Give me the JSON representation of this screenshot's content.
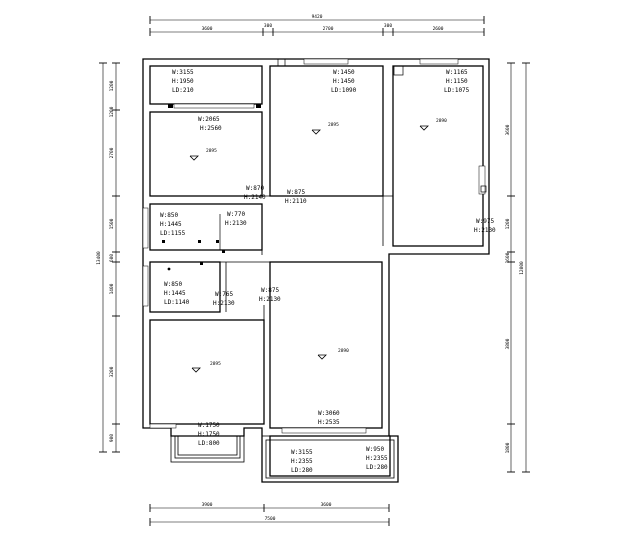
{
  "top_dims": {
    "overall": "9420",
    "segments": [
      "3600",
      "300",
      "2700",
      "300",
      "2600"
    ]
  },
  "bottom_dims": {
    "overall": "7500",
    "segments": [
      "3900",
      "3600"
    ]
  },
  "left_dims": {
    "overall": "13400",
    "segments": [
      "1200",
      "1200",
      "2700",
      "1500",
      "600",
      "1400",
      "3200",
      "900"
    ]
  },
  "right_dims": {
    "overall": "12000",
    "segments": [
      "3600",
      "1200",
      "1600",
      "3800",
      "1800"
    ]
  },
  "rooms": [
    {
      "name": "r1",
      "lines": [
        "W:3155",
        "H:1950",
        "LD:210"
      ]
    },
    {
      "name": "r2",
      "lines": [
        "W:2065",
        "H:2560"
      ]
    },
    {
      "name": "r3",
      "lines": [
        "W:1450",
        "H:1450",
        "LD:1090"
      ]
    },
    {
      "name": "r4",
      "lines": [
        "W:1165",
        "H:1150",
        "LD:1075"
      ]
    },
    {
      "name": "r5",
      "lines": [
        "W:870",
        "H:2140"
      ]
    },
    {
      "name": "r6",
      "lines": [
        "W:875",
        "H:2110"
      ]
    },
    {
      "name": "r7",
      "lines": [
        "W:850",
        "H:1445",
        "LD:1155"
      ]
    },
    {
      "name": "r8",
      "lines": [
        "W:770",
        "H:2130"
      ]
    },
    {
      "name": "r9",
      "lines": [
        "W:975",
        "H:2130"
      ]
    },
    {
      "name": "r10",
      "lines": [
        "W:850",
        "H:1445",
        "LD:1140"
      ]
    },
    {
      "name": "r11",
      "lines": [
        "W:765",
        "H:2130"
      ]
    },
    {
      "name": "r12",
      "lines": [
        "W:875",
        "H:2130"
      ]
    },
    {
      "name": "r13",
      "lines": [
        "W:1750",
        "H:1750",
        "LD:800"
      ]
    },
    {
      "name": "r14",
      "lines": [
        "W:3060",
        "H:2535"
      ]
    },
    {
      "name": "r15",
      "lines": [
        "W:3155",
        "H:2355",
        "LD:280"
      ]
    },
    {
      "name": "r16",
      "lines": [
        "W:950",
        "H:2355",
        "LD:280"
      ]
    }
  ],
  "level_marks": [
    "2895",
    "2895",
    "2890",
    "2890",
    "2895"
  ]
}
